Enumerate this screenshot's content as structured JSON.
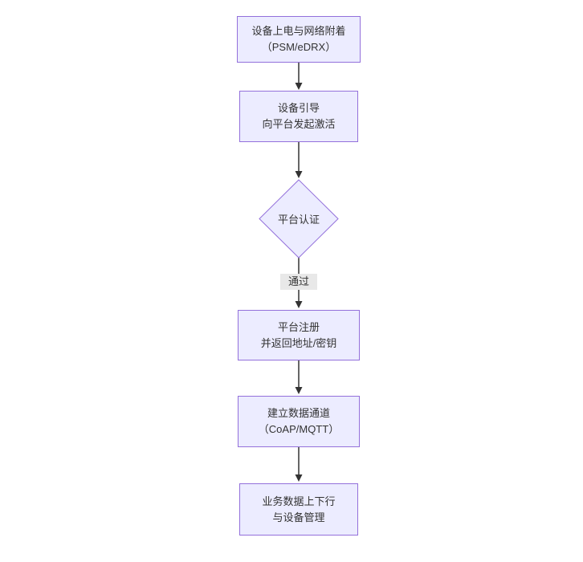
{
  "diagram": {
    "type": "flowchart-top-down",
    "nodes": {
      "power": {
        "line1": "设备上电与网络附着",
        "line2": "（PSM/eDRX）"
      },
      "boot": {
        "line1": "设备引导",
        "line2": "向平台发起激活"
      },
      "auth": {
        "label": "平台认证"
      },
      "register": {
        "line1": "平台注册",
        "line2": "并返回地址/密钥"
      },
      "channel": {
        "line1": "建立数据通道",
        "line2": "（CoAP/MQTT）"
      },
      "business": {
        "line1": "业务数据上下行",
        "line2": "与设备管理"
      }
    },
    "edges": {
      "auth_pass_label": "通过"
    },
    "colors": {
      "node_fill": "#ECECFF",
      "node_border": "#9370DB",
      "text": "#333333",
      "edge": "#333333",
      "edge_label_bg": "#e8e8e8",
      "background": "#ffffff"
    }
  }
}
